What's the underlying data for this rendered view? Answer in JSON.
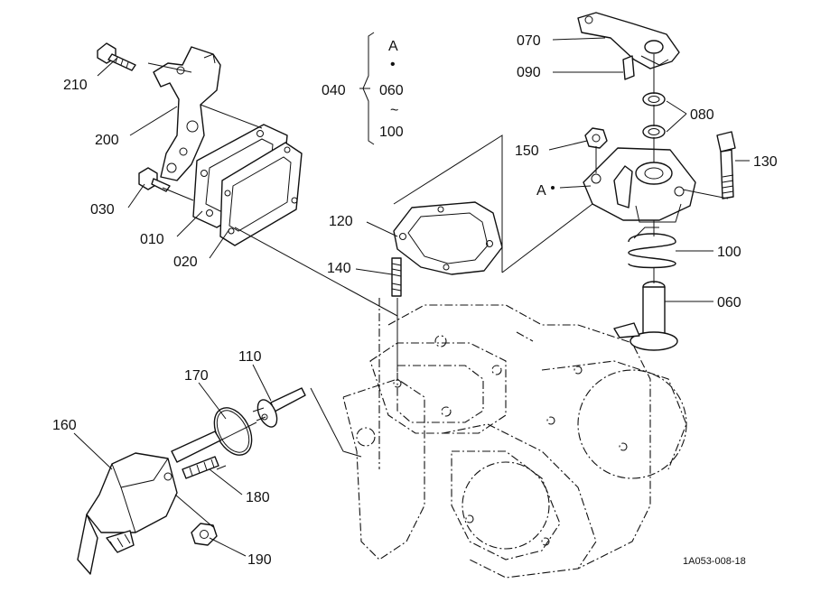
{
  "diagram": {
    "drawing_code": "1A053-008-18",
    "group_label": "040",
    "group_items": [
      "A",
      "•",
      "060",
      "~",
      "100"
    ],
    "marker_label": "A",
    "colors": {
      "ink": "#111111",
      "paper": "#ffffff"
    },
    "parts": [
      {
        "number": "210",
        "icon": "bolt-icon"
      },
      {
        "number": "200",
        "icon": "bracket-icon"
      },
      {
        "number": "030",
        "icon": "bolt-icon"
      },
      {
        "number": "010",
        "icon": "plate-icon"
      },
      {
        "number": "020",
        "icon": "gasket-icon"
      },
      {
        "number": "120",
        "icon": "gasket-icon"
      },
      {
        "number": "140",
        "icon": "stud-icon"
      },
      {
        "number": "110",
        "icon": "plunger-icon"
      },
      {
        "number": "170",
        "icon": "o-ring-icon"
      },
      {
        "number": "160",
        "icon": "solenoid-icon"
      },
      {
        "number": "180",
        "icon": "stud-icon"
      },
      {
        "number": "190",
        "icon": "nut-icon"
      },
      {
        "number": "070",
        "icon": "lever-icon"
      },
      {
        "number": "090",
        "icon": "pin-icon"
      },
      {
        "number": "080",
        "icon": "seal-icon"
      },
      {
        "number": "150",
        "icon": "nut-icon"
      },
      {
        "number": "130",
        "icon": "bolt-icon"
      },
      {
        "number": "100",
        "icon": "spring-icon"
      },
      {
        "number": "060",
        "icon": "shaft-icon"
      }
    ]
  }
}
